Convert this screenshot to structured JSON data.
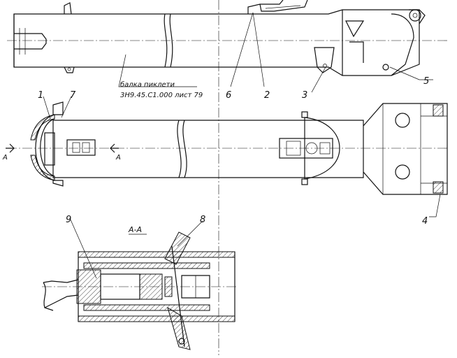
{
  "callouts": [
    "1",
    "2",
    "3",
    "4",
    "5",
    "6",
    "7",
    "8",
    "9"
  ],
  "section_mark": "А",
  "section_title": "А-А",
  "note": {
    "line1": "балка пиклети",
    "line2": "3Н9.45.С1.000 лист 79"
  }
}
